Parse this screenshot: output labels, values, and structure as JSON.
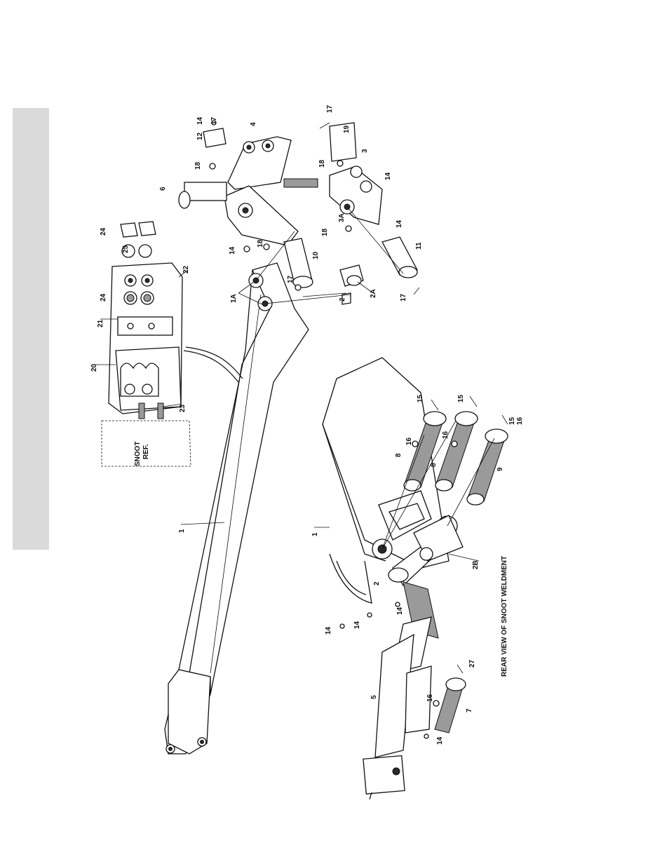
{
  "figure": {
    "caption": "REAR VIEW OF SNOOT WELDMENT",
    "snoot_ref": [
      "SNOOT",
      "REF."
    ]
  },
  "callouts": {
    "c1_main": "1",
    "c1_rear": "1",
    "c1A": "1A",
    "c2": "2",
    "c2_rear": "2",
    "c2A": "2A",
    "c2B": "2B",
    "c3": "3",
    "c3A": "3A",
    "c4": "4",
    "c5": "5",
    "c6": "6",
    "c7": "7",
    "c8a": "8",
    "c8b": "8",
    "c9": "9",
    "c10": "10",
    "c11": "11",
    "c12": "12",
    "c14a": "14",
    "c14b": "14",
    "c14c": "14",
    "c14d": "14",
    "c14e": "14",
    "c14f": "14",
    "c14g": "14",
    "c14h": "14",
    "c15a": "15",
    "c15b": "15",
    "c15c": "15",
    "c16a": "16",
    "c16b": "16",
    "c16c": "16",
    "c16d": "16",
    "c17a": "17",
    "c17b": "17",
    "c17c": "17",
    "c17d": "17",
    "c18a": "18",
    "c18b": "18",
    "c18c": "18",
    "c18d": "18",
    "c19": "19",
    "c20": "20",
    "c21": "21",
    "c22": "22",
    "c23": "23",
    "c24a": "24",
    "c24b": "24",
    "c25": "25",
    "c27": "27"
  }
}
